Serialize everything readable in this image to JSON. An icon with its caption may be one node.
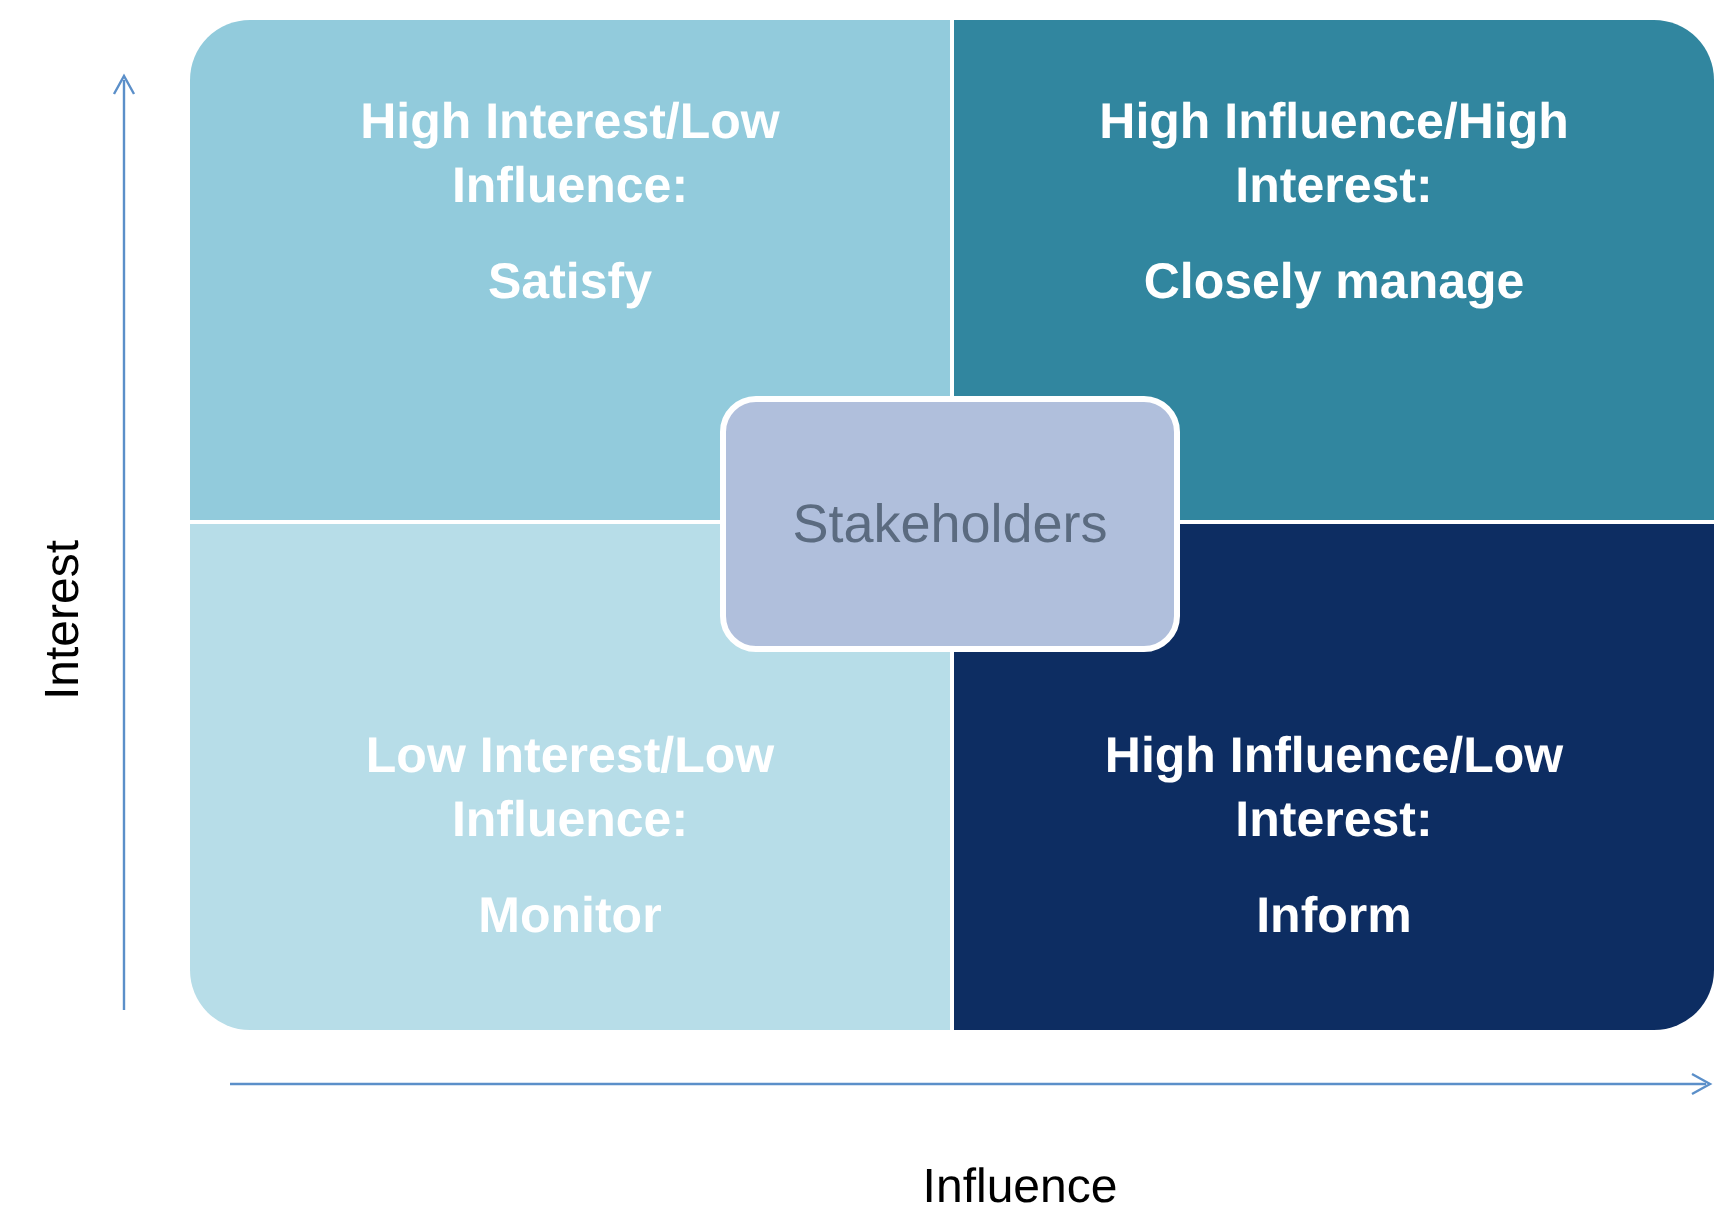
{
  "diagram": {
    "nodes": [
      {
        "text": [
          "High Interest/Low Influence:",
          "Satisfy"
        ]
      },
      {
        "text": [
          "High Influence/High Interest:",
          "Closely manage"
        ]
      },
      {
        "text": [
          "Low Interest/Low Influence:",
          "Monitor"
        ]
      },
      {
        "text": [
          "High Influence/Low Interest:",
          "Inform"
        ]
      },
      {
        "text": [
          "Stakeholders"
        ]
      }
    ],
    "labels": [
      "Interest",
      "Influence"
    ]
  }
}
